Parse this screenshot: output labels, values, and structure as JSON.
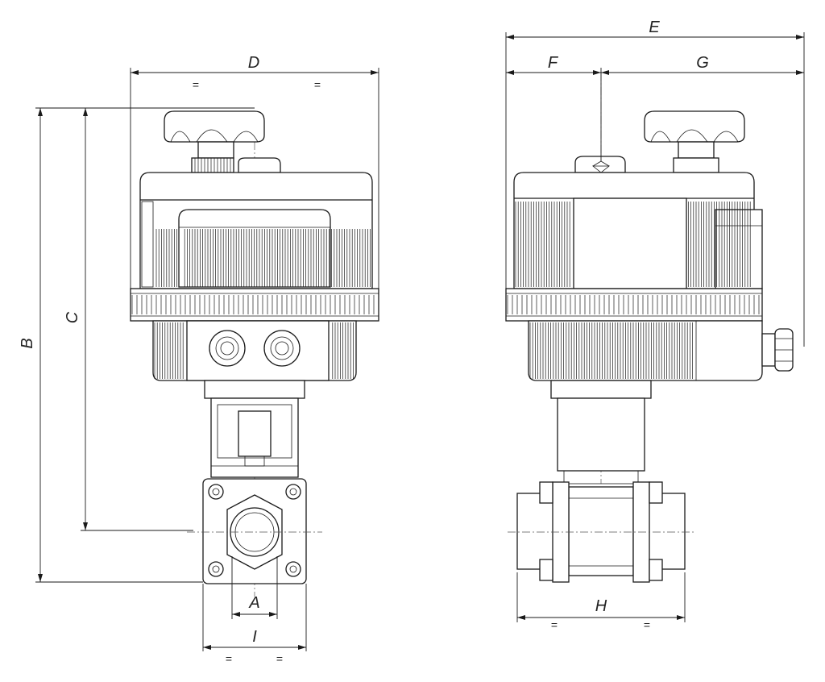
{
  "dimensions": {
    "A": "A",
    "B": "B",
    "C": "C",
    "D": "D",
    "E": "E",
    "F": "F",
    "G": "G",
    "H": "H",
    "I": "I"
  },
  "symbols": {
    "equal": "="
  },
  "colors": {
    "line": "#1a1a1a",
    "background": "#ffffff"
  }
}
